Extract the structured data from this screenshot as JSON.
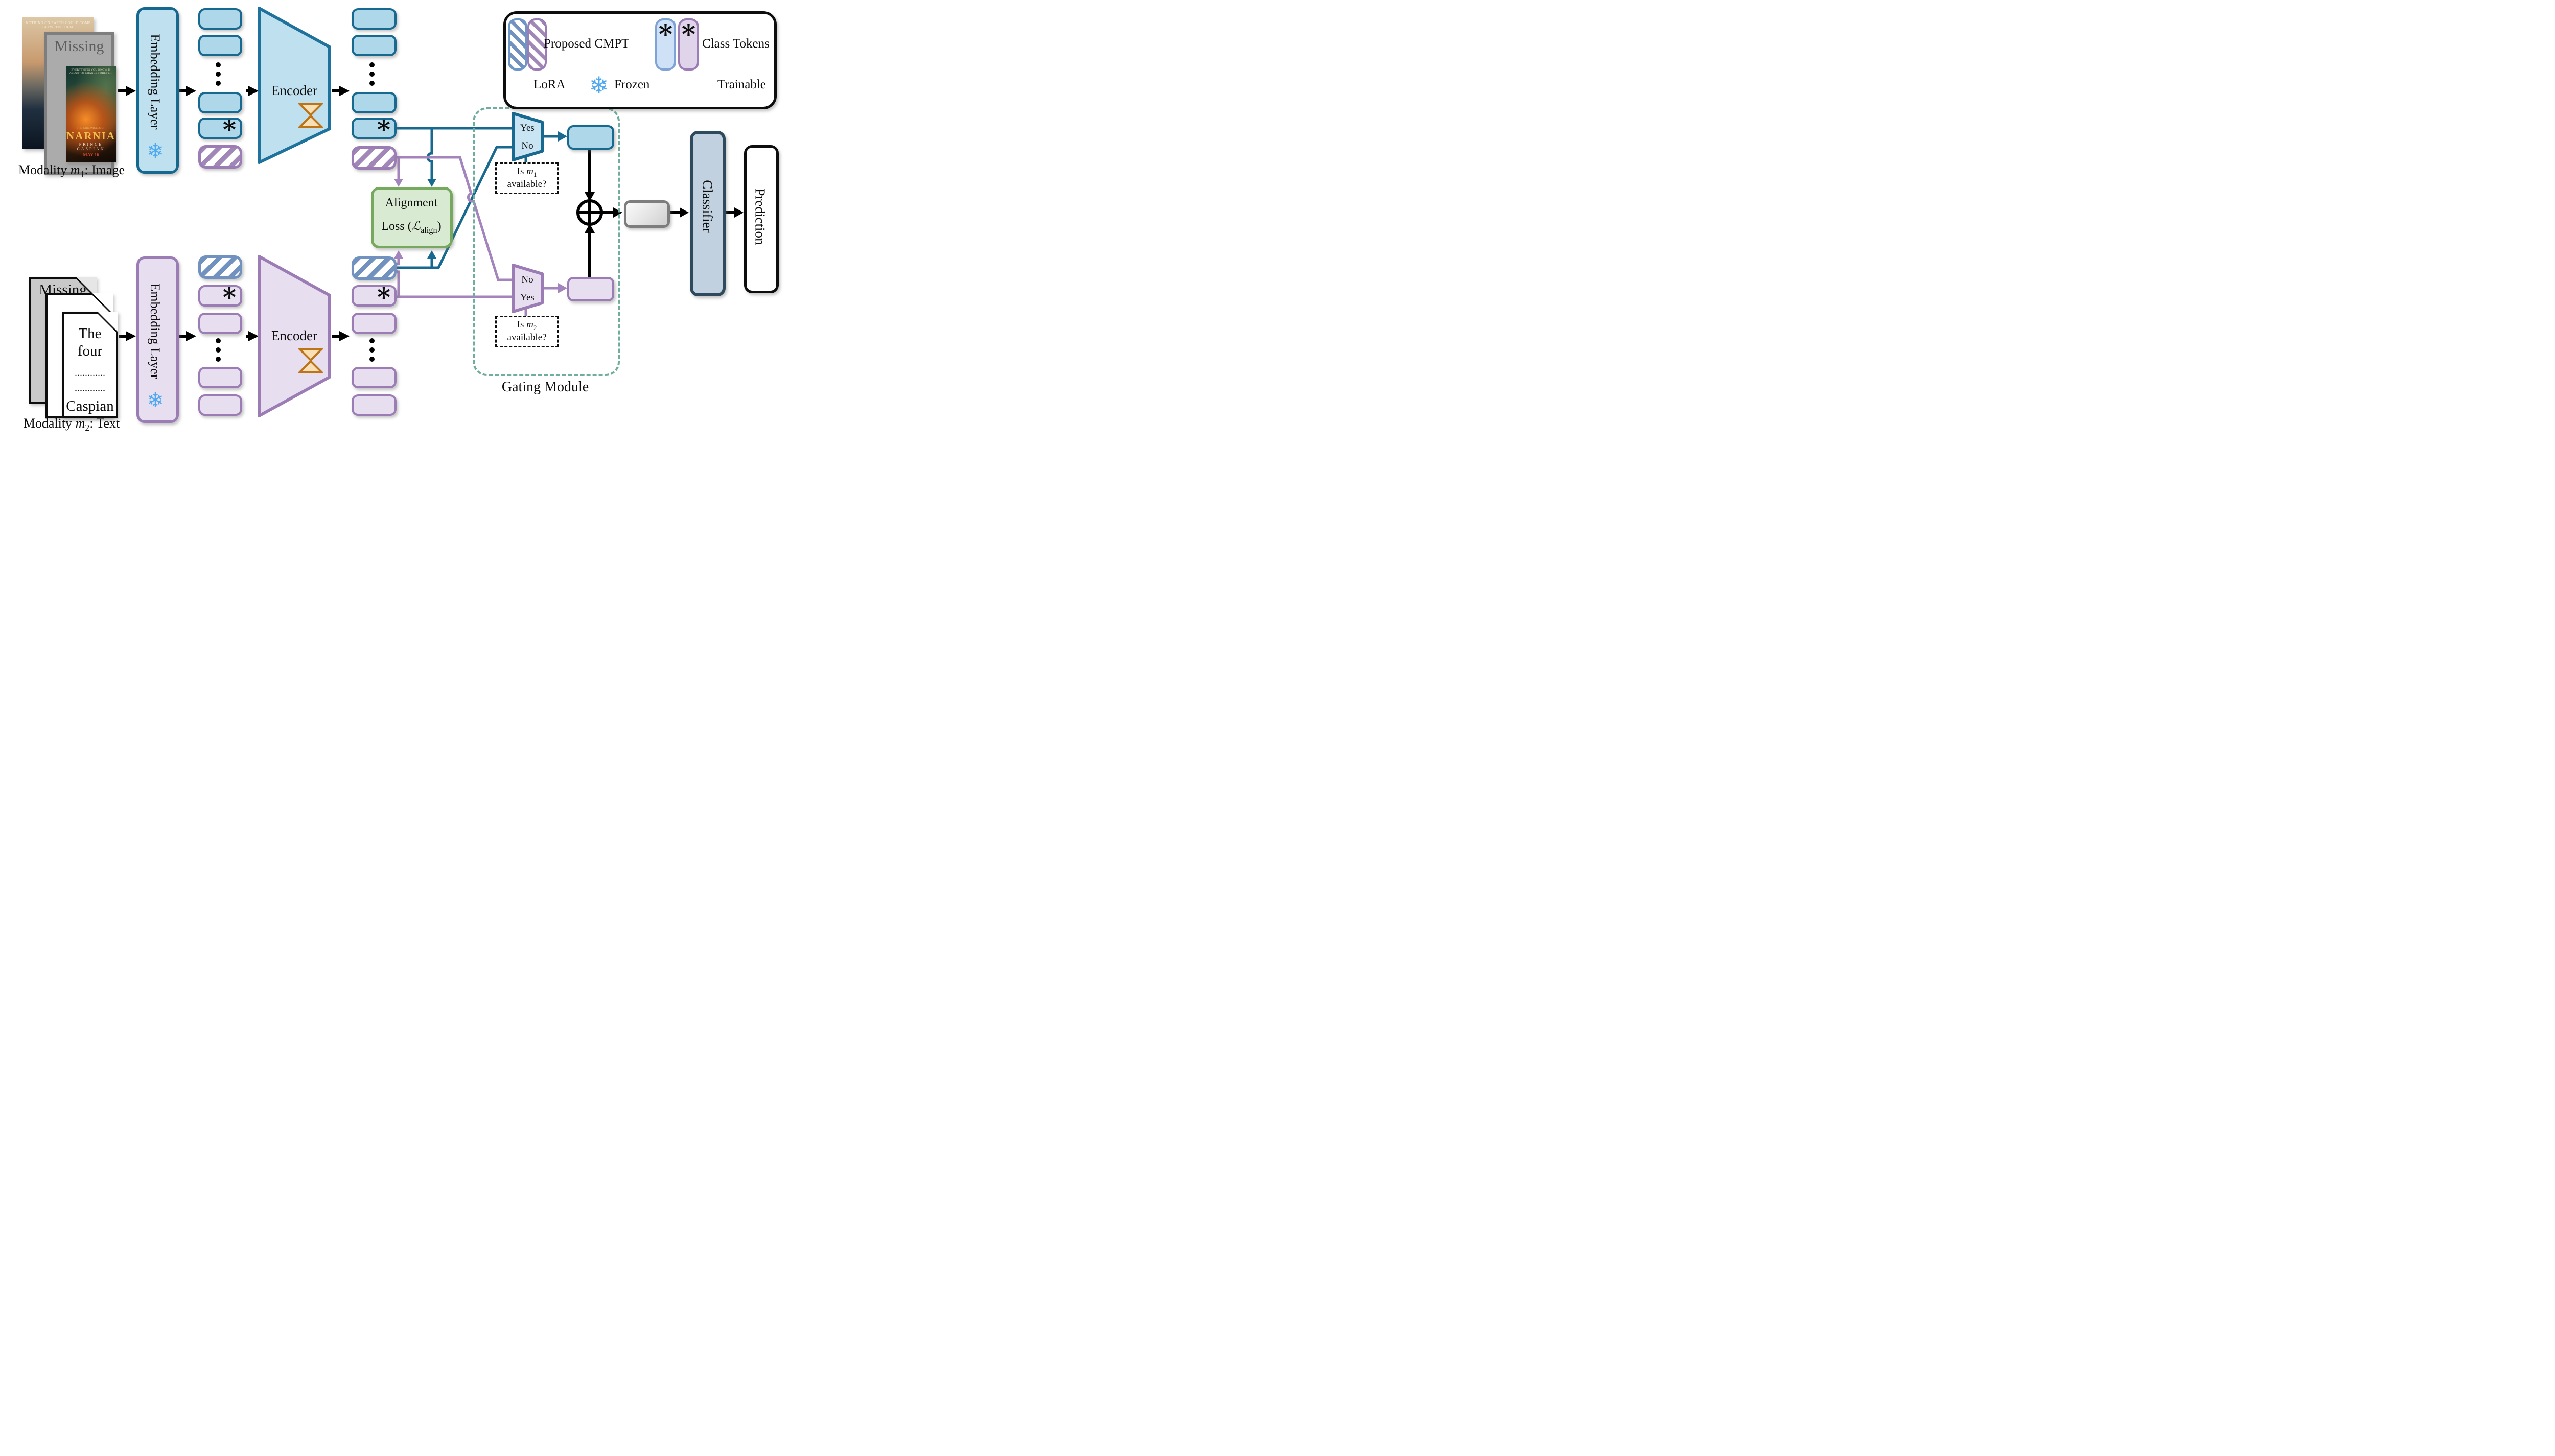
{
  "image_branch": {
    "posters": {
      "back_tagline": "NOTHING ON EARTH COULD COME BETWEEN THEM.",
      "missing_label": "Missing",
      "narnia_tagline": "EVERYTHING YOU KNOW IS ABOUT TO CHANGE FOREVER.",
      "narnia_series": "THE CHRONICLES OF",
      "narnia_title": "NARNIA",
      "narnia_subtitle": "PRINCE CASPIAN",
      "narnia_date": "MAY 16"
    },
    "modality_label": {
      "prefix": "Modality ",
      "variable": "m",
      "subscript": "1",
      "suffix": ": Image"
    },
    "embedding_label": "Embedding Layer",
    "encoder_label": "Encoder",
    "class_token_glyph": "*"
  },
  "text_branch": {
    "documents": {
      "missing_label": "Missing",
      "front_lines": [
        "The",
        "four",
        "............",
        "............",
        "Caspian"
      ]
    },
    "modality_label": {
      "prefix": "Modality ",
      "variable": "m",
      "subscript": "2",
      "suffix": ": Text"
    },
    "embedding_label": "Embedding Layer",
    "encoder_label": "Encoder",
    "class_token_glyph": "*"
  },
  "alignment_loss": {
    "line1": "Alignment",
    "line2_prefix": "Loss (",
    "symbol": "ℒ",
    "symbol_subscript": "align",
    "line2_suffix": ")"
  },
  "gating_module": {
    "title": "Gating Module",
    "image_gate": {
      "top_option": "Yes",
      "bottom_option": "No"
    },
    "text_gate": {
      "top_option": "No",
      "bottom_option": "Yes"
    },
    "question_m1": {
      "prefix": "Is ",
      "variable": "m",
      "subscript": "1",
      "line2": "available?"
    },
    "question_m2": {
      "prefix": "Is ",
      "variable": "m",
      "subscript": "2",
      "line2": "available?"
    }
  },
  "output_head": {
    "classifier_label": "Classifier",
    "prediction_label": "Prediction"
  },
  "legend": {
    "proposed_cmpt_label": "Proposed CMPT",
    "class_tokens_label": "Class Tokens",
    "lora_label": "LoRA",
    "frozen_label": "Frozen",
    "trainable_label": "Trainable",
    "class_token_glyph": "*",
    "frozen_icon_glyph": "❄"
  },
  "colors": {
    "image_stroke": "#17698F",
    "image_fill": "#BFE0EF",
    "token_blue_fill": "#AFD7EA",
    "text_stroke": "#9B7CB5",
    "text_fill": "#E7DFF0",
    "hatch_blue": "#7191BE",
    "hatch_purple": "#A186B8",
    "loss_fill": "#D9EAD3",
    "loss_stroke": "#76A95D",
    "gating_dash": "#6FAE9E",
    "lora_fill": "#F9DFB6",
    "lora_stroke": "#BC7417",
    "frozen_blue": "#4FA8F2",
    "classifier_fill": "#C2D1DF",
    "classifier_stroke": "#2F4A5C",
    "arrow_black": "#000000"
  }
}
